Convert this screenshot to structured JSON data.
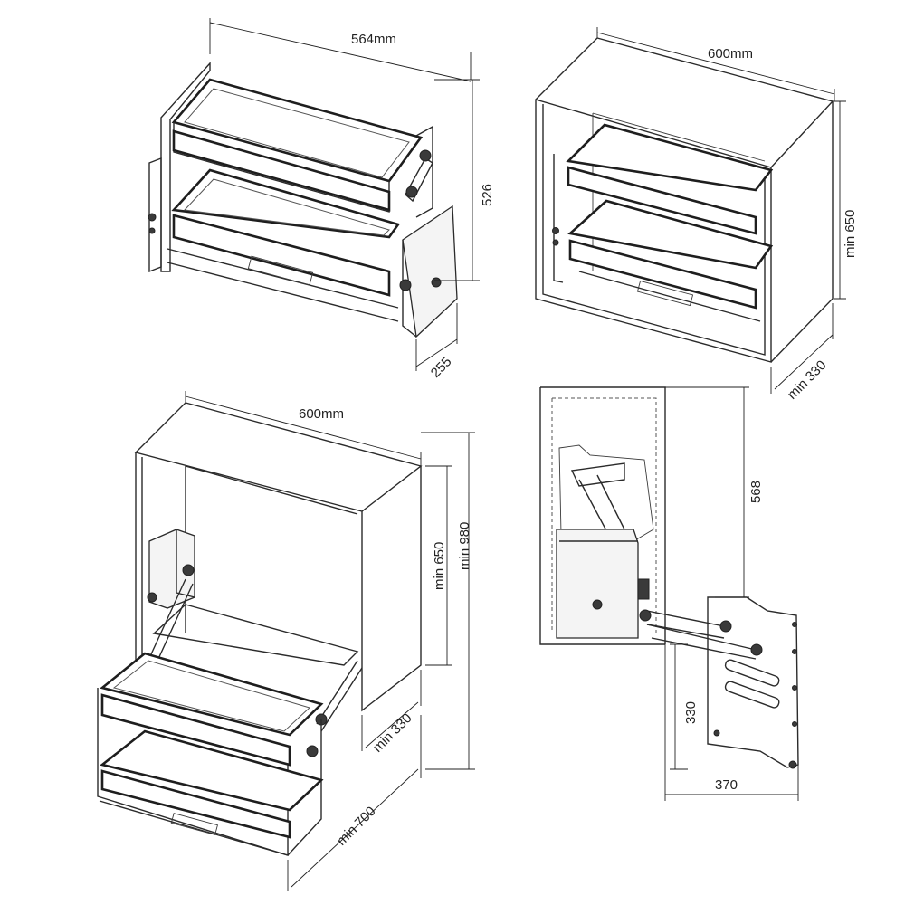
{
  "views": {
    "top_left": {
      "width_label": "564mm",
      "height_label": "526",
      "depth_label": "255"
    },
    "top_right": {
      "width_label": "600mm",
      "height_label": "min 650",
      "depth_label": "min 330"
    },
    "bottom_left": {
      "width_label": "600mm",
      "height_inner_label": "min 650",
      "height_outer_label": "min 980",
      "depth_label": "min 330",
      "extension_label": "min 700"
    },
    "bottom_right": {
      "height_label": "568",
      "lower_height_label": "330",
      "width_label": "370"
    }
  }
}
